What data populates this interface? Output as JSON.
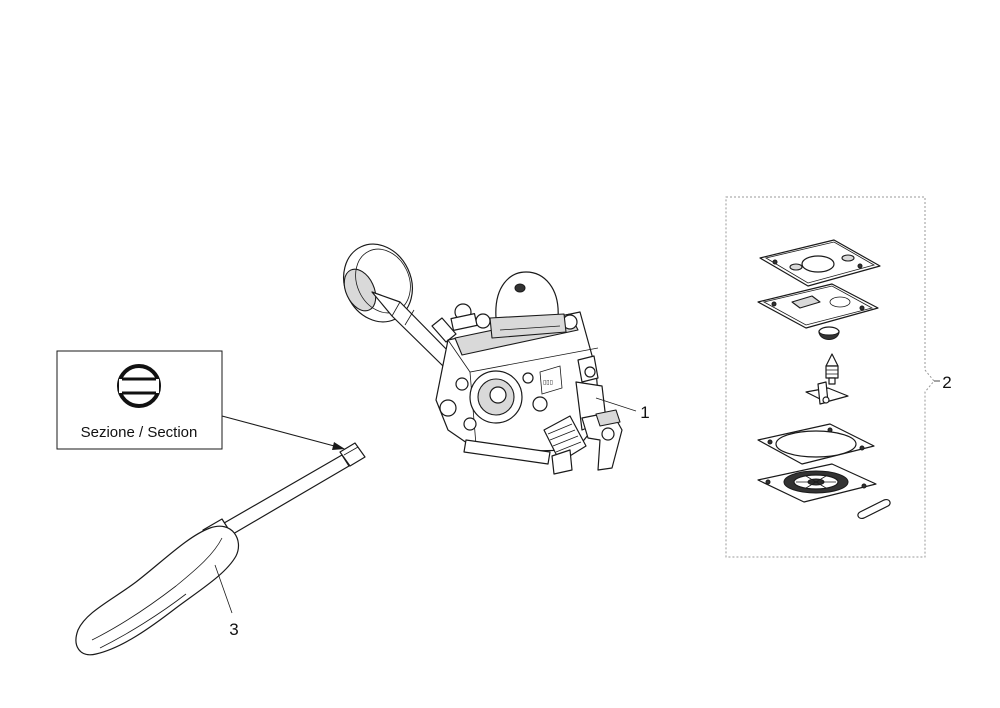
{
  "diagram": {
    "callouts": [
      {
        "id": "carburetor",
        "number": "1"
      },
      {
        "id": "gasket-kit",
        "number": "2"
      },
      {
        "id": "screwdriver",
        "number": "3"
      }
    ],
    "section_box": {
      "label": "Sezione / Section",
      "icon": "slot-section-icon"
    },
    "colors": {
      "line": "#1a1a1a",
      "shade": "#d9d9d9",
      "frame": "#999999"
    }
  }
}
